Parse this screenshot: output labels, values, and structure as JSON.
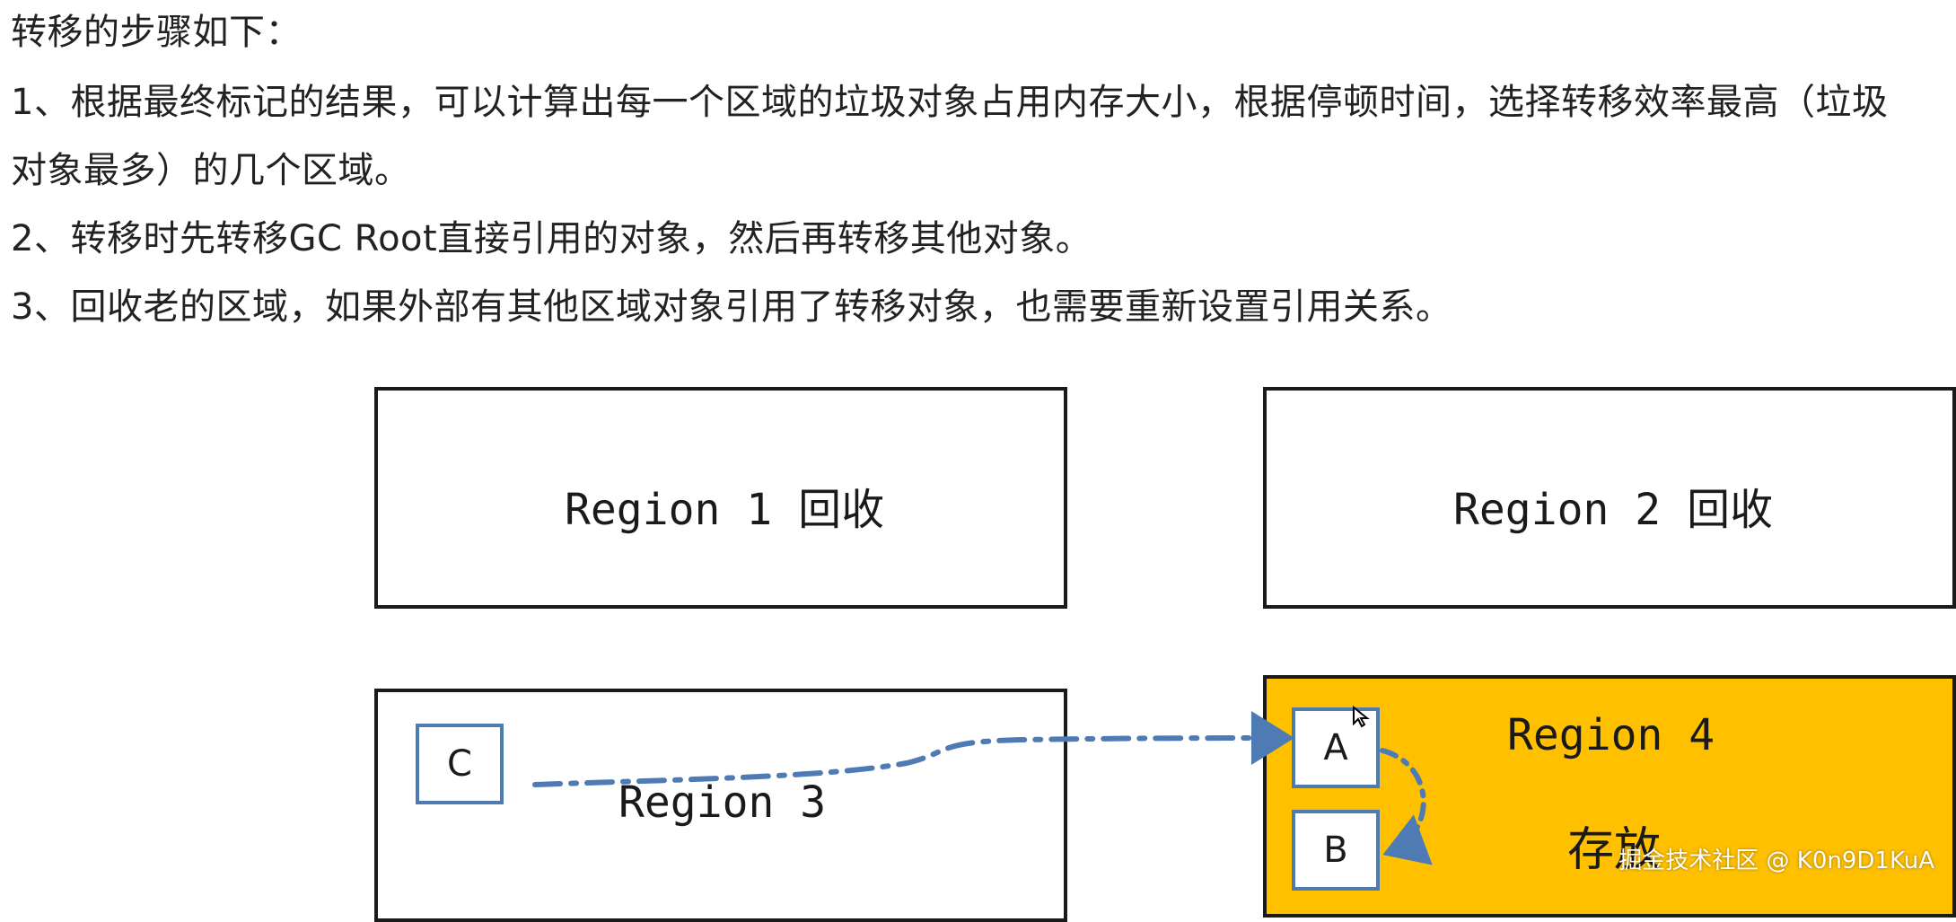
{
  "document": {
    "heading": "转移的步骤如下：",
    "step1_line1": "1、根据最终标记的结果，可以计算出每一个区域的垃圾对象占用内存大小，根据停顿时间，选择转移效率最高（垃圾",
    "step1_line2": "对象最多）的几个区域。",
    "step2": "2、转移时先转移GC Root直接引用的对象，然后再转移其他对象。",
    "step3": "3、回收老的区域，如果外部有其他区域对象引用了转移对象，也需要重新设置引用关系。"
  },
  "diagram": {
    "region1_label": "Region 1 回收",
    "region2_label": "Region 2 回收",
    "region3_label": "Region 3",
    "region4_label": "Region 4",
    "region4_storage": "存放",
    "object_c": "C",
    "object_a": "A",
    "object_b": "B",
    "region4_color": "#FFC000",
    "object_border_color": "#4F7BB5",
    "arrow_color": "#4F7BB5"
  },
  "watermark": "掘金技术社区 @ K0n9D1KuA"
}
